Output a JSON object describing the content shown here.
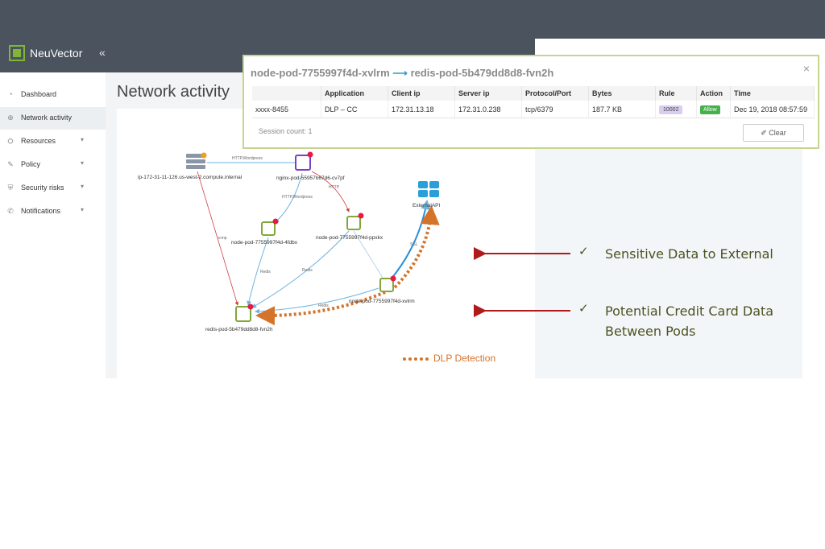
{
  "app": {
    "brand": "NeuVector",
    "collapse_icon": "«"
  },
  "sidebar": {
    "items": [
      {
        "label": "Dashboard",
        "icon": "dashboard-icon",
        "glyph": "◔",
        "has_submenu": false,
        "active": false
      },
      {
        "label": "Network activity",
        "icon": "globe-icon",
        "glyph": "⊕",
        "has_submenu": false,
        "active": true
      },
      {
        "label": "Resources",
        "icon": "resources-icon",
        "glyph": "⛭",
        "has_submenu": true,
        "active": false
      },
      {
        "label": "Policy",
        "icon": "wrench-icon",
        "glyph": "✎",
        "has_submenu": true,
        "active": false
      },
      {
        "label": "Security risks",
        "icon": "shield-icon",
        "glyph": "⛨",
        "has_submenu": true,
        "active": false
      },
      {
        "label": "Notifications",
        "icon": "phone-icon",
        "glyph": "✆",
        "has_submenu": true,
        "active": false
      }
    ],
    "chevron": "▾"
  },
  "page": {
    "title": "Network activity"
  },
  "graph": {
    "nodes": [
      {
        "id": "host",
        "label": "ip-172-31-11-126.us-west-2.compute.internal",
        "kind": "host"
      },
      {
        "id": "nginx",
        "label": "nginx-pod-55957b67d6-cv7pf",
        "kind": "pod-purple"
      },
      {
        "id": "node1",
        "label": "node-pod-7755997f4d-4fdbx",
        "kind": "pod-green"
      },
      {
        "id": "node2",
        "label": "node-pod-7755997f4d-ppxkx",
        "kind": "pod-green"
      },
      {
        "id": "node3",
        "label": "node-pod-7755997f4d-xvlrm",
        "kind": "pod-green"
      },
      {
        "id": "redis",
        "label": "redis-pod-5b479dd8d8-fvn2h",
        "kind": "pod-green"
      },
      {
        "id": "ext",
        "label": "ExternalAPI",
        "kind": "external"
      }
    ],
    "edge_labels": {
      "host_nginx": "HTTP,Wordpress",
      "nginx_node1": "HTTP,Wordpress",
      "nginx_node2": "HTTP",
      "host_redis": "icmp",
      "node1_redis": "Redis",
      "node2_redis": "Redis",
      "node3_redis": "Redis",
      "node3_ext": "SSL"
    }
  },
  "modal": {
    "from": "node-pod-7755997f4d-xvlrm",
    "arrow": "⟶",
    "to": "redis-pod-5b479dd8d8-fvn2h",
    "close": "×",
    "columns": [
      "",
      "Application",
      "Client ip",
      "Server ip",
      "Protocol/Port",
      "Bytes",
      "Rule",
      "Action",
      "Time"
    ],
    "row": {
      "data": "xxxx-8455",
      "application": "DLP – CC",
      "client_ip": "172.31.13.18",
      "server_ip": "172.31.0.238",
      "protocol_port": "tcp/6379",
      "bytes": "187.7 KB",
      "rule": "10002",
      "action": "Allow",
      "time": "Dec 19, 2018 08:57:59"
    },
    "session_count": "Session count: 1",
    "clear_label": "Clear",
    "clear_icon": "✐"
  },
  "annotations": {
    "check": "✓",
    "sensitive": "Sensitive Data to External",
    "cc_line1": "Potential Credit Card Data",
    "cc_line2": "Between Pods",
    "legend": "DLP Detection"
  },
  "colors": {
    "accent_red": "#b01a1a",
    "dlp_orange": "#d4732a",
    "annotation_olive": "#4b5320",
    "modal_border": "#c6d48f",
    "allow_green": "#46b04a",
    "rule_purple": "#d9cdf0"
  }
}
